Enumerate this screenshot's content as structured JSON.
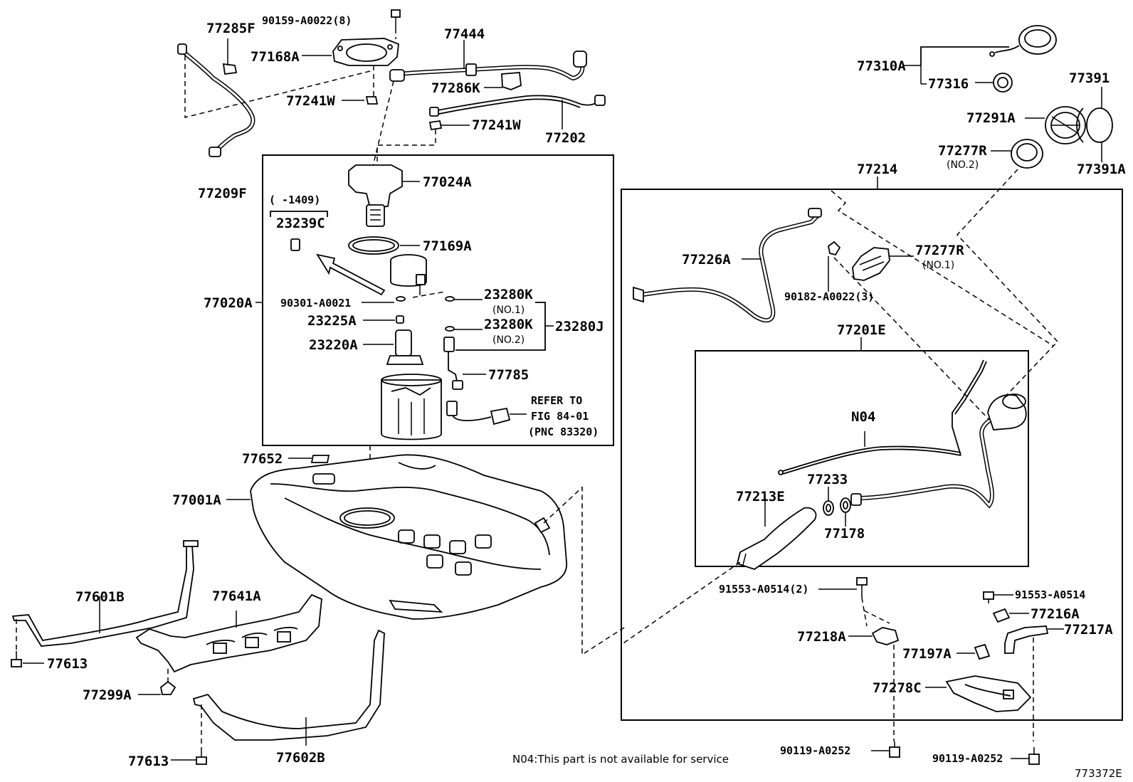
{
  "callouts": {
    "p90159": "90159-A0022(8)",
    "p77285F": "77285F",
    "p77168A": "77168A",
    "p77444": "77444",
    "p77286K": "77286K",
    "p77241W_1": "77241W",
    "p77241W_2": "77241W",
    "p77202": "77202",
    "p77209F": "77209F",
    "p77024A": "77024A",
    "p1409": "(     -1409)",
    "p23239C": "23239C",
    "p77169A": "77169A",
    "p77020A": "77020A",
    "p90301": "90301-A0021",
    "p23280K_1": "23280K",
    "p_no1_a": "(NO.1)",
    "p23225A": "23225A",
    "p23280K_2": "23280K",
    "p_no2_a": "(NO.2)",
    "p23280J": "23280J",
    "p23220A": "23220A",
    "p77785": "77785",
    "p_refer1": "REFER TO",
    "p_refer2": "FIG 84-01",
    "p_refer3": "(PNC 83320)",
    "p77652": "77652",
    "p77001A": "77001A",
    "p77601B": "77601B",
    "p77641A": "77641A",
    "p77613_1": "77613",
    "p77299A": "77299A",
    "p77613_2": "77613",
    "p77602B": "77602B",
    "p77310A": "77310A",
    "p77316": "77316",
    "p77391": "77391",
    "p77291A": "77291A",
    "p77277R_2": "77277R",
    "p_no2_b": "(NO.2)",
    "p77391A": "77391A",
    "p77214": "77214",
    "p77226A": "77226A",
    "p77277R_1": "77277R",
    "p_no1_b": "(NO.1)",
    "p90182": "90182-A0022(3)",
    "p77201E": "77201E",
    "pN04": "N04",
    "p77233": "77233",
    "p77213E": "77213E",
    "p77178": "77178",
    "p91553_2": "91553-A0514(2)",
    "p91553": "91553-A0514",
    "p77216A": "77216A",
    "p77218A": "77218A",
    "p77217A": "77217A",
    "p77197A": "77197A",
    "p77278C": "77278C",
    "p90119_1": "90119-A0252",
    "p90119_2": "90119-A0252"
  },
  "footnote": "N04:This part is not available for service",
  "figure_id": "773372E"
}
